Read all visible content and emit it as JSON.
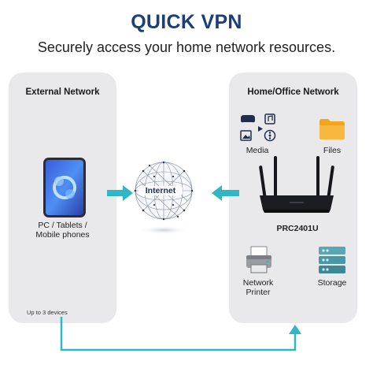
{
  "header": {
    "title": "QUICK VPN",
    "subtitle": "Securely access your home network resources."
  },
  "left_panel": {
    "title": "External Network",
    "device_label_line1": "PC / Tablets /",
    "device_label_line2": "Mobile phones",
    "note": "Up to 3 devices"
  },
  "center": {
    "globe_label": "Internet"
  },
  "right_panel": {
    "title": "Home/Office Network",
    "media_label": "Media",
    "files_label": "Files",
    "router_label": "PRC2401U",
    "printer_label_line1": "Network",
    "printer_label_line2": "Printer",
    "storage_label": "Storage"
  },
  "colors": {
    "title": "#1c3f78",
    "arrow_teal": "#2fb7c3",
    "panel_bg": "#e9e9eb",
    "folder": "#f3a51c"
  }
}
